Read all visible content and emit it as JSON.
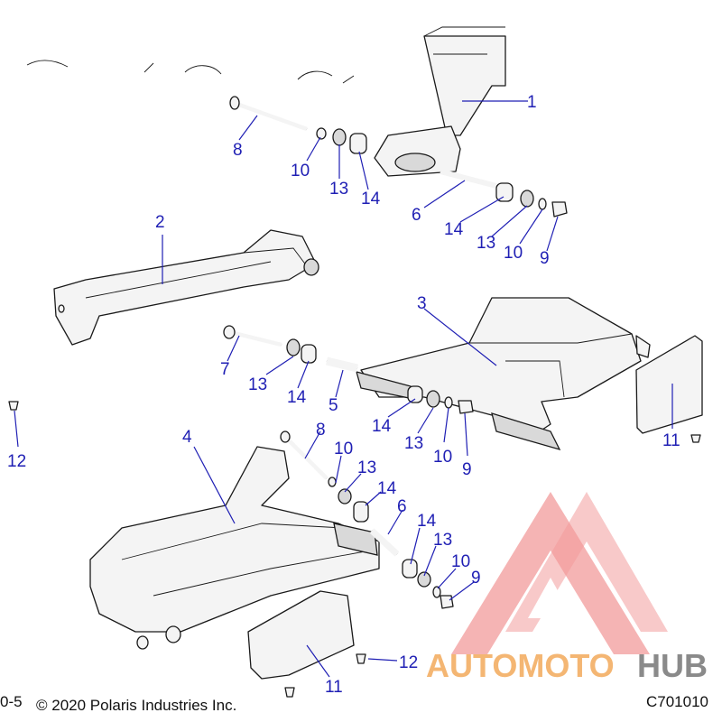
{
  "callouts": [
    {
      "label": "1"
    },
    {
      "label": "8"
    },
    {
      "label": "10"
    },
    {
      "label": "13"
    },
    {
      "label": "14"
    },
    {
      "label": "6"
    },
    {
      "label": "14"
    },
    {
      "label": "13"
    },
    {
      "label": "10"
    },
    {
      "label": "9"
    },
    {
      "label": "2"
    },
    {
      "label": "3"
    },
    {
      "label": "7"
    },
    {
      "label": "13"
    },
    {
      "label": "14"
    },
    {
      "label": "5"
    },
    {
      "label": "14"
    },
    {
      "label": "13"
    },
    {
      "label": "10"
    },
    {
      "label": "9"
    },
    {
      "label": "11"
    },
    {
      "label": "12"
    },
    {
      "label": "4"
    },
    {
      "label": "8"
    },
    {
      "label": "10"
    },
    {
      "label": "13"
    },
    {
      "label": "14"
    },
    {
      "label": "6"
    },
    {
      "label": "14"
    },
    {
      "label": "13"
    },
    {
      "label": "10"
    },
    {
      "label": "9"
    },
    {
      "label": "12"
    },
    {
      "label": "11"
    }
  ],
  "footer": {
    "left_fragment": "0-5",
    "copyright": "© 2020 Polaris Industries Inc.",
    "drawing_code": "C701010"
  },
  "watermark": {
    "word_part1": "AUTOMOTO",
    "word_part2": "HUB",
    "color_primary": "#f08a8a",
    "color_text_orange": "#f4b673",
    "color_text_gray": "#8a8a8a"
  },
  "colors": {
    "callout": "#1f1fb4",
    "line": "#1a1a1a"
  }
}
